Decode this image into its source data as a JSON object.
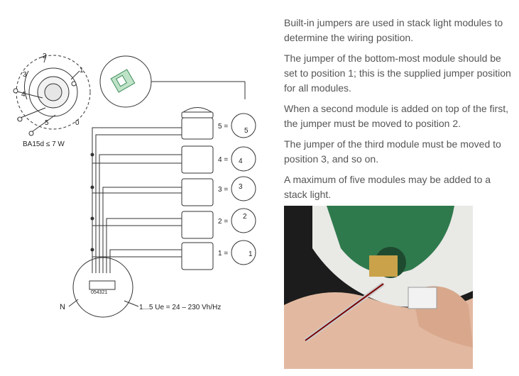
{
  "paragraphs": [
    "Built-in jumpers are used in stack light modules to determine the wiring position.",
    "The jumper of the bottom-most module should be set to position 1; this is the supplied jumper position for all modules.",
    "When a second module is added on top of the first, the jumper must be moved to position 2.",
    "The jumper of the third module must be moved to position 3, and so on.",
    "A maximum of five modules may be added to a stack light."
  ],
  "diagram": {
    "lamp_label": "BA15d ≤ 7 W",
    "dial_numbers": [
      "2",
      "3",
      "1",
      "4",
      "5",
      "0"
    ],
    "module_labels": [
      "5 =",
      "4 =",
      "3 =",
      "2 =",
      "1 ="
    ],
    "jumper_labels": [
      "5",
      "4",
      "3",
      "2",
      "1"
    ],
    "base_terminals": "054321",
    "n_label": "N",
    "voltage_label": "1...5 Ue = 24 – 230 Vh/Hz"
  },
  "photo": {
    "description_icon": "jumper-photo"
  },
  "colors": {
    "text": "#555555",
    "line": "#333333",
    "green": "#3d8c5a"
  }
}
